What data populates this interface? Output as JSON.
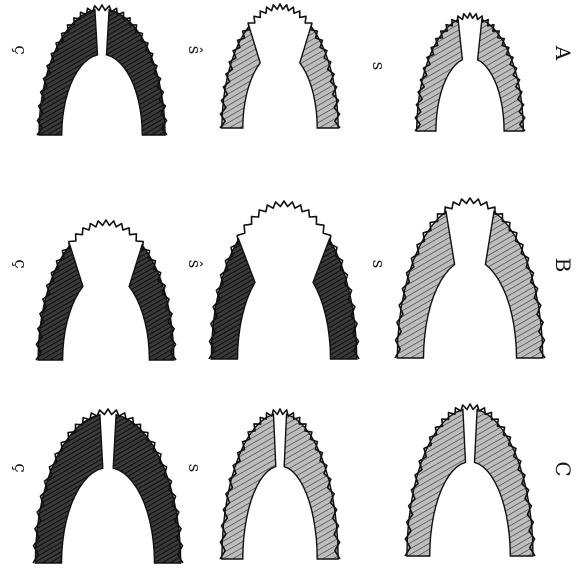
{
  "rows": [
    {
      "label": "A",
      "diagrams": [
        {
          "symbol": "s",
          "shading": "light"
        },
        {
          "symbol": "ŝ",
          "shading": "light"
        },
        {
          "symbol": "ç",
          "shading": "dark"
        }
      ]
    },
    {
      "label": "B",
      "diagrams": [
        {
          "symbol": "s",
          "shading": "light"
        },
        {
          "symbol": "ŝ",
          "shading": "dark"
        },
        {
          "symbol": "ç",
          "shading": "dark"
        }
      ]
    },
    {
      "label": "C",
      "diagrams": [
        {
          "symbol": "",
          "shading": "light"
        },
        {
          "symbol": "s",
          "shading": "light"
        },
        {
          "symbol": "ç",
          "shading": "dark"
        }
      ]
    }
  ],
  "colors": {
    "ink": "#111111",
    "paper": "#ffffff",
    "shade": "#9a9a9a"
  }
}
